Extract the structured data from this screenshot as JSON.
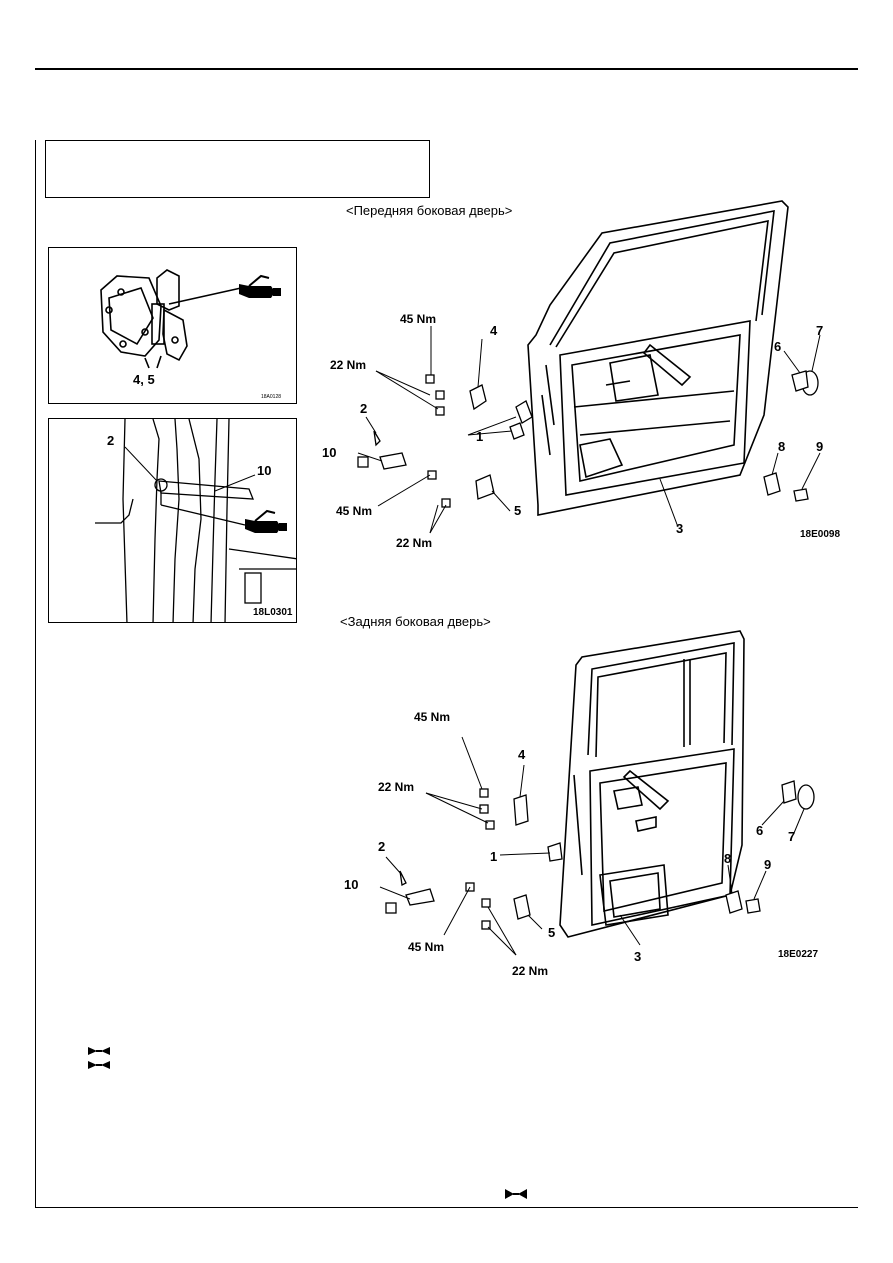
{
  "header": {
    "title_box_text": ""
  },
  "front": {
    "caption": "<Передняя боковая дверь>",
    "code": "18E0098",
    "labels": {
      "t45a": "45 Nm",
      "t22a": "22 Nm",
      "n4": "4",
      "n2": "2",
      "n1": "1",
      "n10": "10",
      "t45b": "45 Nm",
      "t22b": "22 Nm",
      "n5": "5",
      "n3": "3",
      "n6": "6",
      "n7": "7",
      "n8": "8",
      "n9": "9"
    }
  },
  "rear": {
    "caption": "<Задняя боковая дверь>",
    "code": "18E0227",
    "labels": {
      "t45a": "45 Nm",
      "t22a": "22 Nm",
      "n4": "4",
      "n1": "1",
      "n2": "2",
      "n10": "10",
      "t45b": "45 Nm",
      "t22b": "22 Nm",
      "n5": "5",
      "n3": "3",
      "n6": "6",
      "n7": "7",
      "n8": "8",
      "n9": "9"
    }
  },
  "panel_hinge": {
    "label": "4, 5",
    "code": "18A0128"
  },
  "panel_check": {
    "n2": "2",
    "n10": "10",
    "code": "18L0301"
  }
}
